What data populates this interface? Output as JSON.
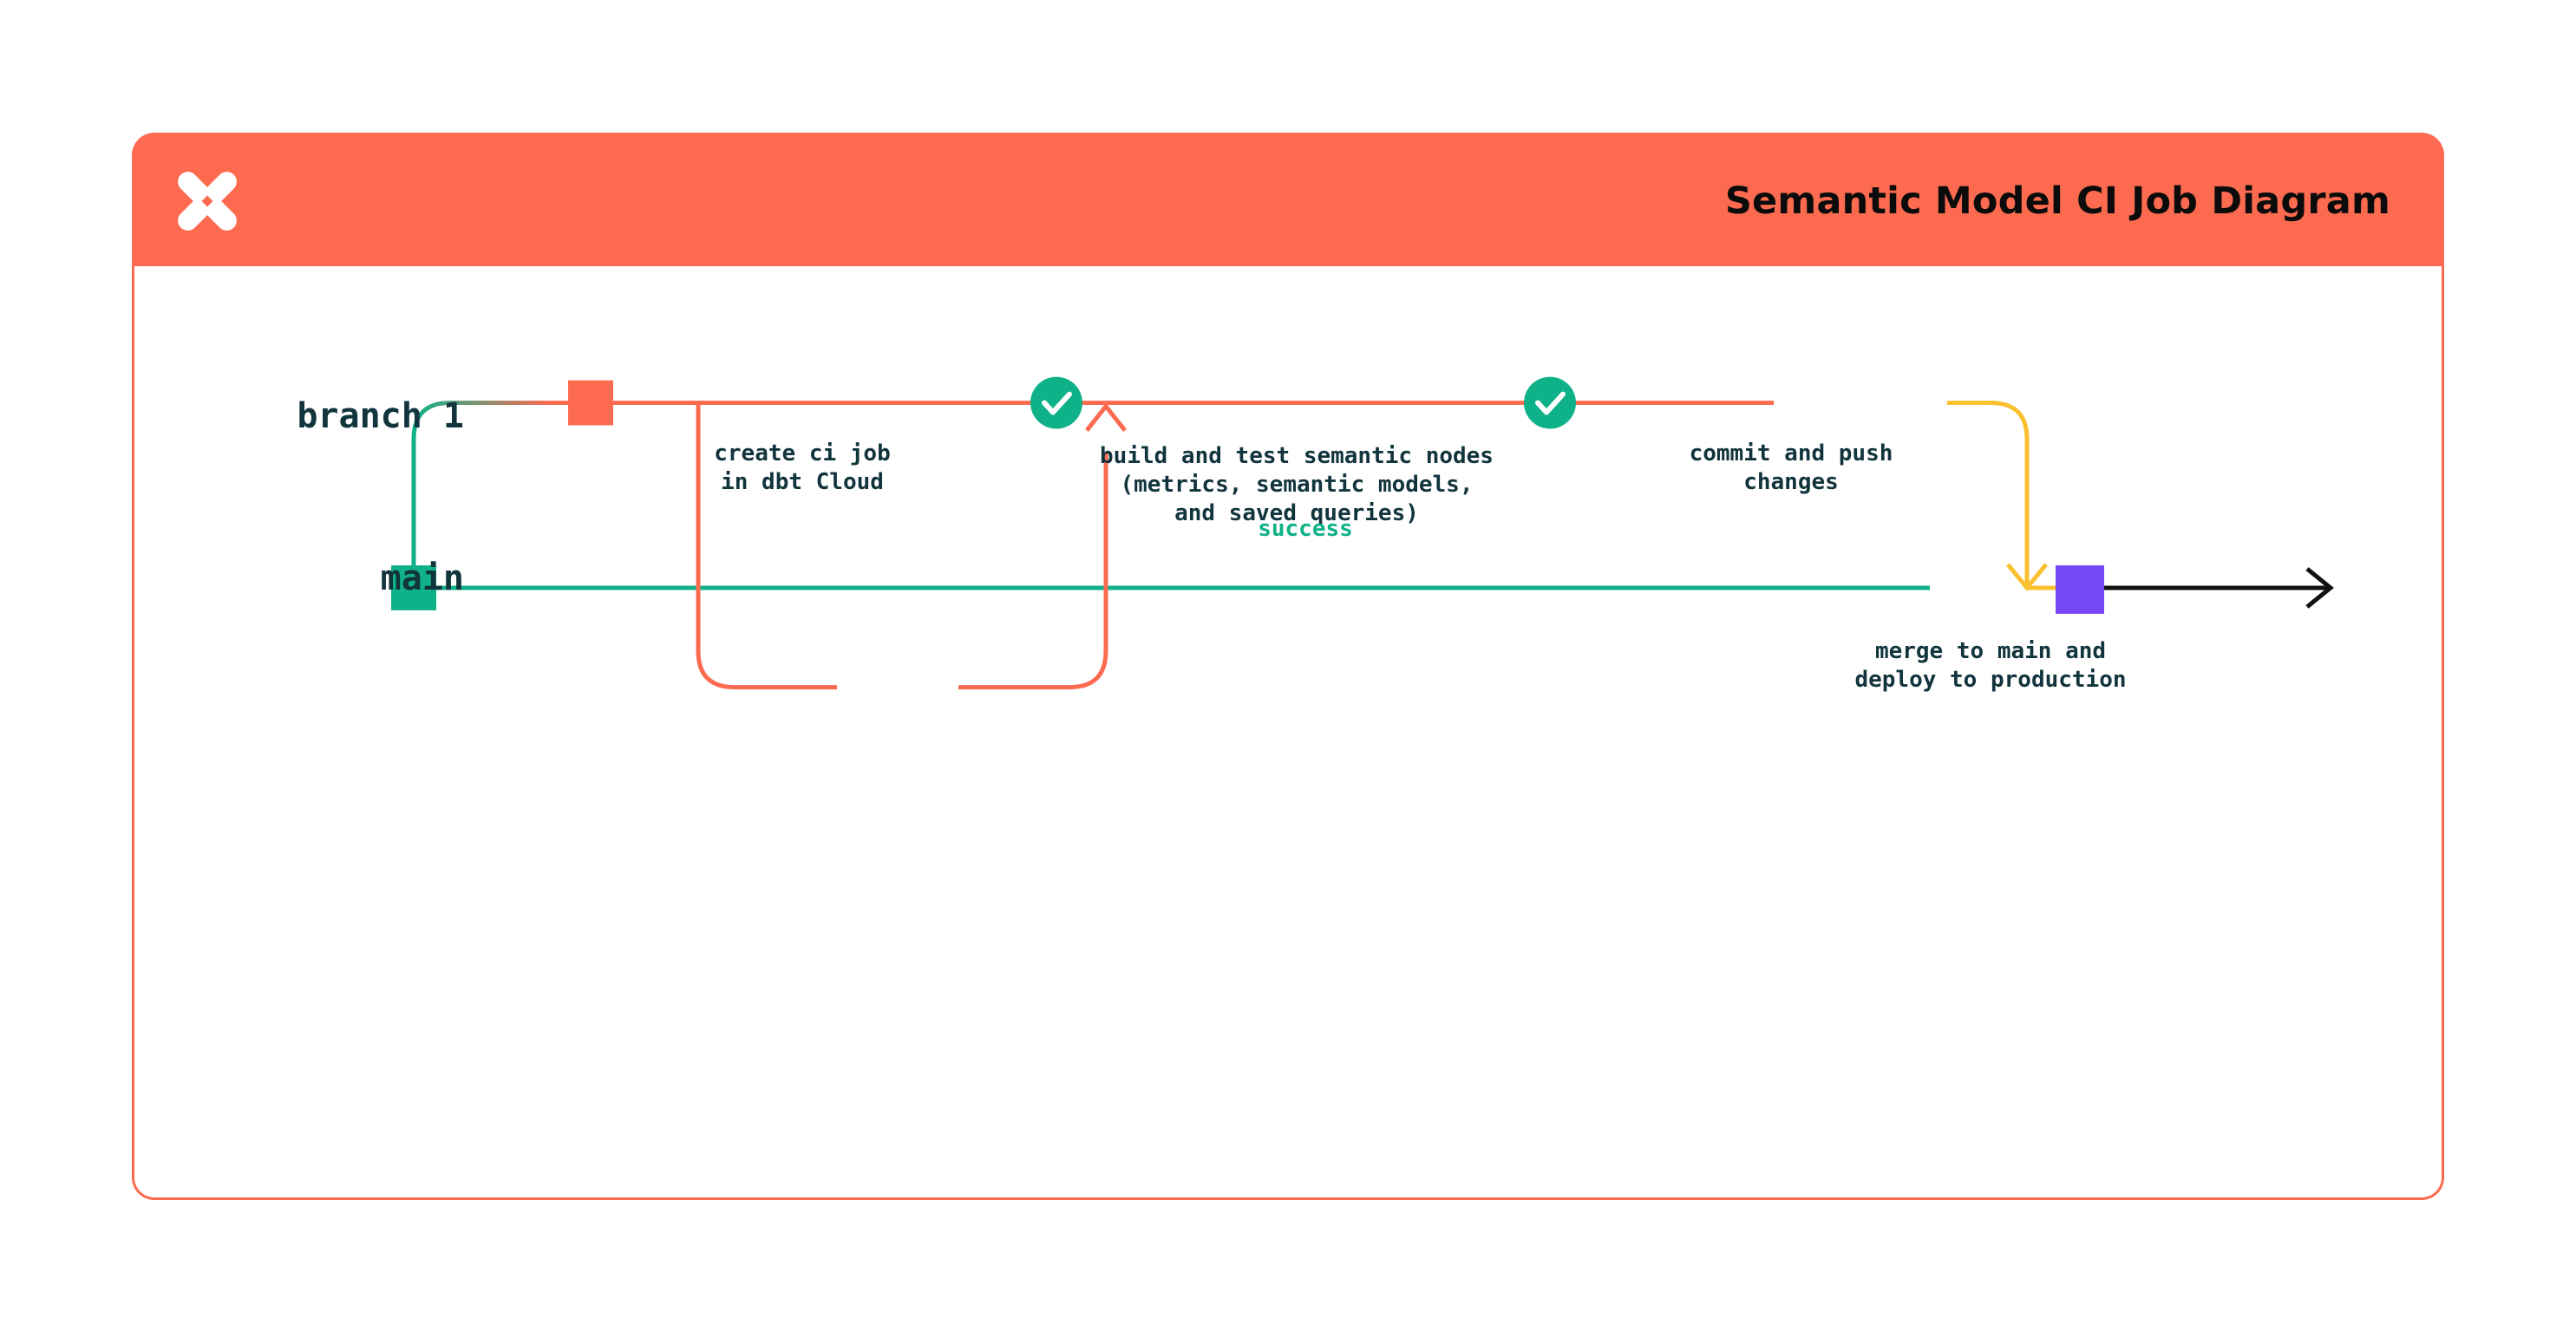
{
  "header": {
    "title": "Semantic Model CI Job Diagram",
    "logo_icon": "dbt-logo-icon",
    "background_color": "#FC6A50",
    "title_color": "#0B0B0B"
  },
  "card": {
    "border_color": "#FC6A50",
    "background_color": "#FFFFFF"
  },
  "lanes": [
    {
      "id": "branch-1",
      "label": "branch 1",
      "color": "#FC6A50",
      "text_color": "#11343D"
    },
    {
      "id": "main",
      "label": "main",
      "color": "#0FB189",
      "text_color": "#11343D"
    }
  ],
  "nodes": [
    {
      "id": "create-ci-job",
      "marker": "square",
      "marker_color": "#FC6A50",
      "lane": "branch-1",
      "label": "create ci job\nin dbt Cloud"
    },
    {
      "id": "build-and-test",
      "marker": "check-circle",
      "marker_color": "#0FB189",
      "lane": "branch-1",
      "label": "build and test semantic nodes\n(metrics, semantic models,\nand saved queries)"
    },
    {
      "id": "commit-and-push",
      "marker": "check-circle",
      "marker_color": "#0FB189",
      "lane": "branch-1",
      "label": "commit and push\nchanges"
    },
    {
      "id": "merge-to-main",
      "marker": "square",
      "marker_color": "#7547F5",
      "lane": "main",
      "label": "merge to main and\ndeploy to production"
    }
  ],
  "edges": [
    {
      "id": "success-loop",
      "label": "success",
      "label_color": "#0FB189",
      "line_color": "#FC6A50",
      "from": "build-and-test",
      "to": "build-and-test"
    },
    {
      "id": "merge-edge",
      "label": "",
      "line_color": "#FBC02D",
      "from": "commit-and-push",
      "to": "merge-to-main"
    },
    {
      "id": "continue-main",
      "label": "",
      "line_color": "#111111",
      "from": "merge-to-main",
      "to": ""
    }
  ],
  "colors": {
    "orange": "#FC6A50",
    "green": "#0FB189",
    "purple": "#7547F5",
    "yellow": "#FBC02D",
    "dark": "#11343D",
    "black": "#111111",
    "white": "#FFFFFF"
  }
}
